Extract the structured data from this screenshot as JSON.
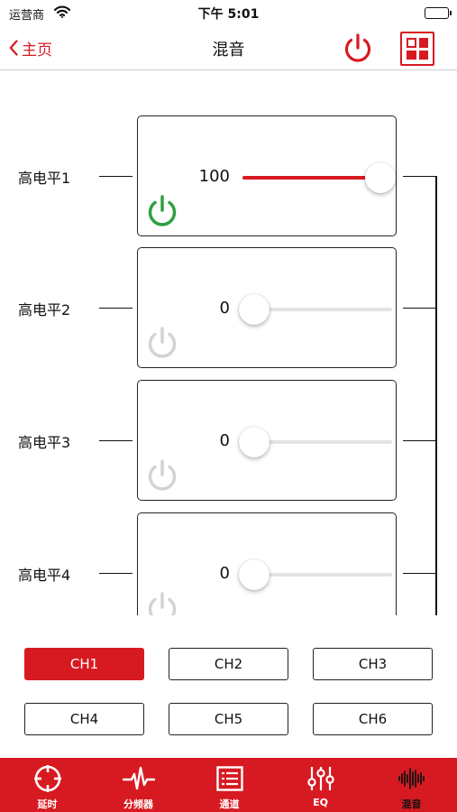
{
  "status_bar": {
    "carrier": "运营商",
    "time": "下午 5:01"
  },
  "nav": {
    "back_label": "主页",
    "title": "混音"
  },
  "colors": {
    "accent": "#d71a21",
    "power_on": "#2ea043",
    "power_off": "#d3d3d3"
  },
  "mixer": {
    "rows": [
      {
        "label": "高电平1",
        "value": "100",
        "level": 1.0,
        "enabled": true
      },
      {
        "label": "高电平2",
        "value": "0",
        "level": 0.0,
        "enabled": false
      },
      {
        "label": "高电平3",
        "value": "0",
        "level": 0.0,
        "enabled": false
      },
      {
        "label": "高电平4",
        "value": "0",
        "level": 0.0,
        "enabled": false
      }
    ]
  },
  "channels": {
    "items": [
      {
        "label": "CH1",
        "active": true
      },
      {
        "label": "CH2",
        "active": false
      },
      {
        "label": "CH3",
        "active": false
      },
      {
        "label": "CH4",
        "active": false
      },
      {
        "label": "CH5",
        "active": false
      },
      {
        "label": "CH6",
        "active": false
      }
    ]
  },
  "tabbar": {
    "items": [
      {
        "label": "延时",
        "icon": "crosshair-icon",
        "active": false
      },
      {
        "label": "分频器",
        "icon": "waveform-pulse-icon",
        "active": false
      },
      {
        "label": "通道",
        "icon": "list-panel-icon",
        "active": false
      },
      {
        "label": "EQ",
        "icon": "equalizer-sliders-icon",
        "active": false
      },
      {
        "label": "混音",
        "icon": "sound-wave-icon",
        "active": true
      }
    ]
  }
}
